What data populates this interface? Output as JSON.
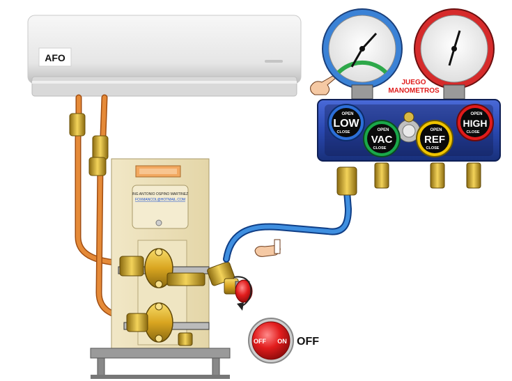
{
  "ac_unit": {
    "brand_label": "AFO"
  },
  "outdoor_unit": {
    "author_name": "ING ANTONIO OSPINO MARTINEZ",
    "author_email": "FOXMANCOL@HOTMAIL.COM"
  },
  "manifold": {
    "title_line1": "JUEGO",
    "title_line2": "MANOMETROS",
    "valves": [
      {
        "name": "LOW",
        "open": "OPEN",
        "close": "CLOSE",
        "color": "#2c6fd8"
      },
      {
        "name": "VAC",
        "open": "OPEN",
        "close": "CLOSE",
        "color": "#1aa84a"
      },
      {
        "name": "REF",
        "open": "OPEN",
        "close": "CLOSE",
        "color": "#f0c400"
      },
      {
        "name": "HIGH",
        "open": "OPEN",
        "close": "CLOSE",
        "color": "#e01b1b"
      }
    ],
    "low_gauge_color": "#3b82d6",
    "high_gauge_color": "#d62b2b"
  },
  "switch": {
    "off_label": "OFF",
    "on_label": "ON",
    "state_label": "OFF"
  },
  "colors": {
    "copper_pipe": "#e07a2a",
    "brass": "#d9a520",
    "hose_blue": "#2f7fd0",
    "manifold_body": "#2a48b0"
  }
}
